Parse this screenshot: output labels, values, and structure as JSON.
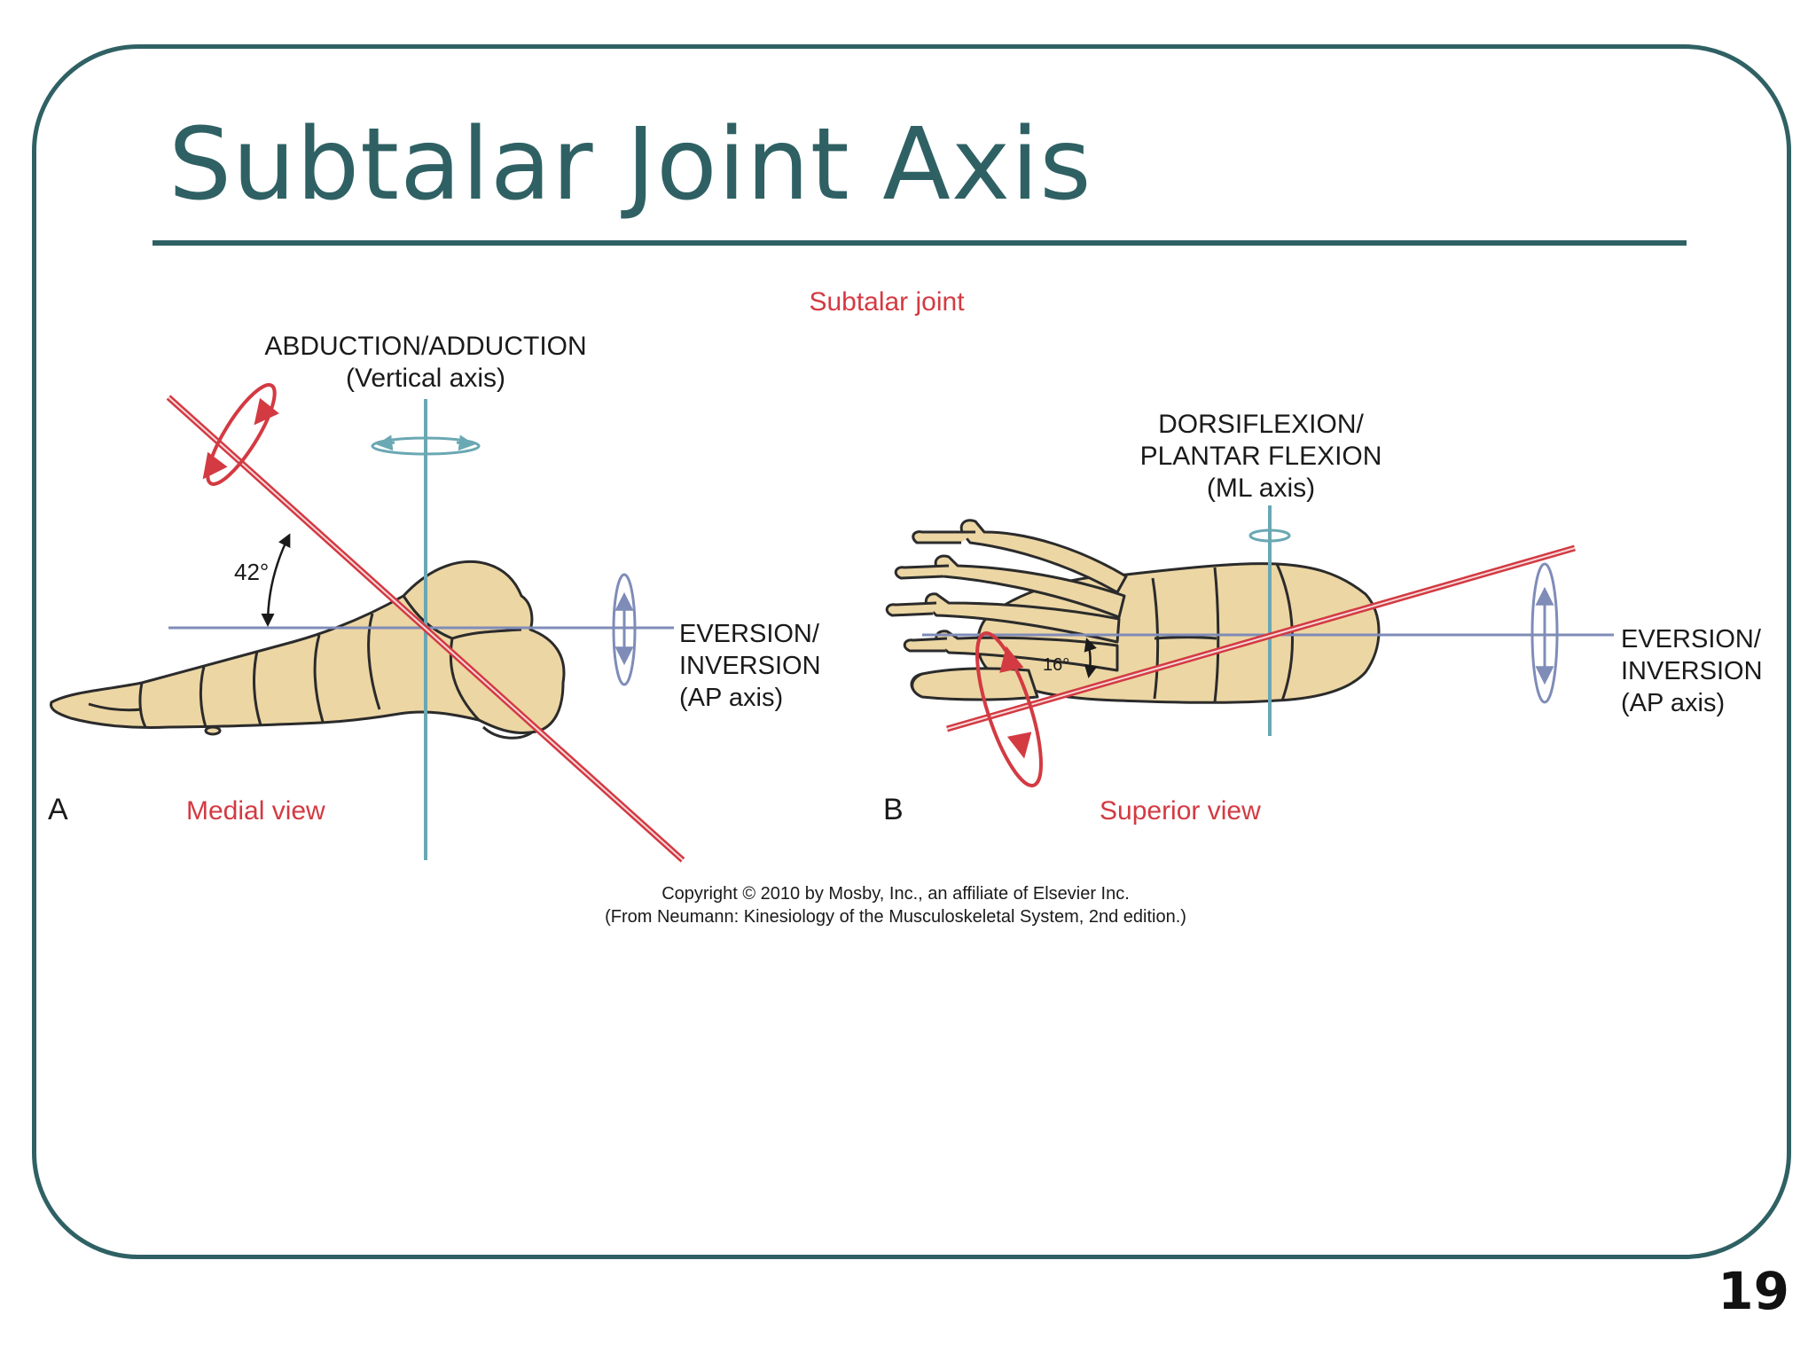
{
  "slide": {
    "title": "Subtalar Joint Axis",
    "page_number": "19",
    "frame_color": "#2f6164"
  },
  "figure": {
    "heading": "Subtalar joint",
    "colors": {
      "axis_red": "#d33a42",
      "vertical_axis": "#6aa8b3",
      "ap_axis": "#7f8cb8",
      "bone": "#ecd6a4",
      "bone_outline": "#2b2b2b"
    },
    "panel_a": {
      "letter": "A",
      "view": "Medial view",
      "vertical_label_line1": "ABDUCTION/ADDUCTION",
      "vertical_label_line2": "(Vertical axis)",
      "ap_label_line1": "EVERSION/",
      "ap_label_line2": "INVERSION",
      "ap_label_line3": "(AP axis)",
      "angle": "42°"
    },
    "panel_b": {
      "letter": "B",
      "view": "Superior view",
      "ml_label_line1": "DORSIFLEXION/",
      "ml_label_line2": "PLANTAR FLEXION",
      "ml_label_line3": "(ML axis)",
      "ap_label_line1": "EVERSION/",
      "ap_label_line2": "INVERSION",
      "ap_label_line3": "(AP axis)",
      "angle": "16°"
    },
    "copyright_line1": "Copyright © 2010 by Mosby, Inc., an affiliate of Elsevier Inc.",
    "copyright_line2": "(From Neumann: Kinesiology of the Musculoskeletal System, 2nd edition.)"
  }
}
